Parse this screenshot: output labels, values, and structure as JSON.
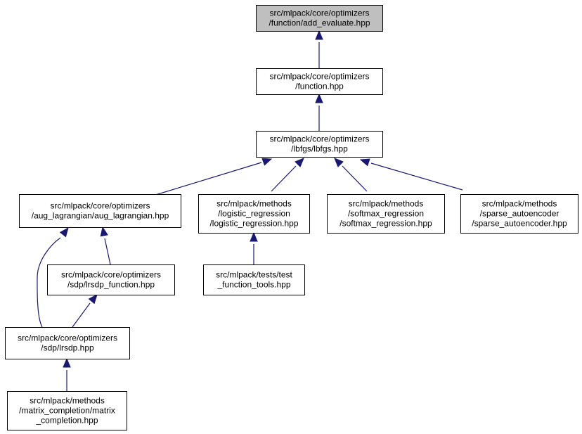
{
  "colors": {
    "edge": "#191970",
    "root_fill": "#bfbfbf",
    "node_fill": "#ffffff",
    "node_border": "#000000"
  },
  "nodes": [
    {
      "id": "add_evaluate",
      "lines": [
        "src/mlpack/core/optimizers",
        "/function/add_evaluate.hpp"
      ],
      "highlighted": true
    },
    {
      "id": "function",
      "lines": [
        "src/mlpack/core/optimizers",
        "/function.hpp"
      ]
    },
    {
      "id": "lbfgs",
      "lines": [
        "src/mlpack/core/optimizers",
        "/lbfgs/lbfgs.hpp"
      ]
    },
    {
      "id": "aug_lagrangian",
      "lines": [
        "src/mlpack/core/optimizers",
        "/aug_lagrangian/aug_lagrangian.hpp"
      ]
    },
    {
      "id": "logistic_regression",
      "lines": [
        "src/mlpack/methods",
        "/logistic_regression",
        "/logistic_regression.hpp"
      ]
    },
    {
      "id": "softmax_regression",
      "lines": [
        "src/mlpack/methods",
        "/softmax_regression",
        "/softmax_regression.hpp"
      ]
    },
    {
      "id": "sparse_autoencoder",
      "lines": [
        "src/mlpack/methods",
        "/sparse_autoencoder",
        "/sparse_autoencoder.hpp"
      ]
    },
    {
      "id": "lrsdp_function",
      "lines": [
        "src/mlpack/core/optimizers",
        "/sdp/lrsdp_function.hpp"
      ]
    },
    {
      "id": "test_function_tools",
      "lines": [
        "src/mlpack/tests/test",
        "_function_tools.hpp"
      ]
    },
    {
      "id": "lrsdp",
      "lines": [
        "src/mlpack/core/optimizers",
        "/sdp/lrsdp.hpp"
      ]
    },
    {
      "id": "matrix_completion",
      "lines": [
        "src/mlpack/methods",
        "/matrix_completion/matrix",
        "_completion.hpp"
      ]
    }
  ],
  "edges": [
    {
      "from": "function",
      "to": "add_evaluate"
    },
    {
      "from": "lbfgs",
      "to": "function"
    },
    {
      "from": "aug_lagrangian",
      "to": "lbfgs"
    },
    {
      "from": "logistic_regression",
      "to": "lbfgs"
    },
    {
      "from": "softmax_regression",
      "to": "lbfgs"
    },
    {
      "from": "sparse_autoencoder",
      "to": "lbfgs"
    },
    {
      "from": "lrsdp_function",
      "to": "aug_lagrangian"
    },
    {
      "from": "lrsdp",
      "to": "aug_lagrangian"
    },
    {
      "from": "test_function_tools",
      "to": "logistic_regression"
    },
    {
      "from": "lrsdp",
      "to": "lrsdp_function"
    },
    {
      "from": "matrix_completion",
      "to": "lrsdp"
    }
  ]
}
